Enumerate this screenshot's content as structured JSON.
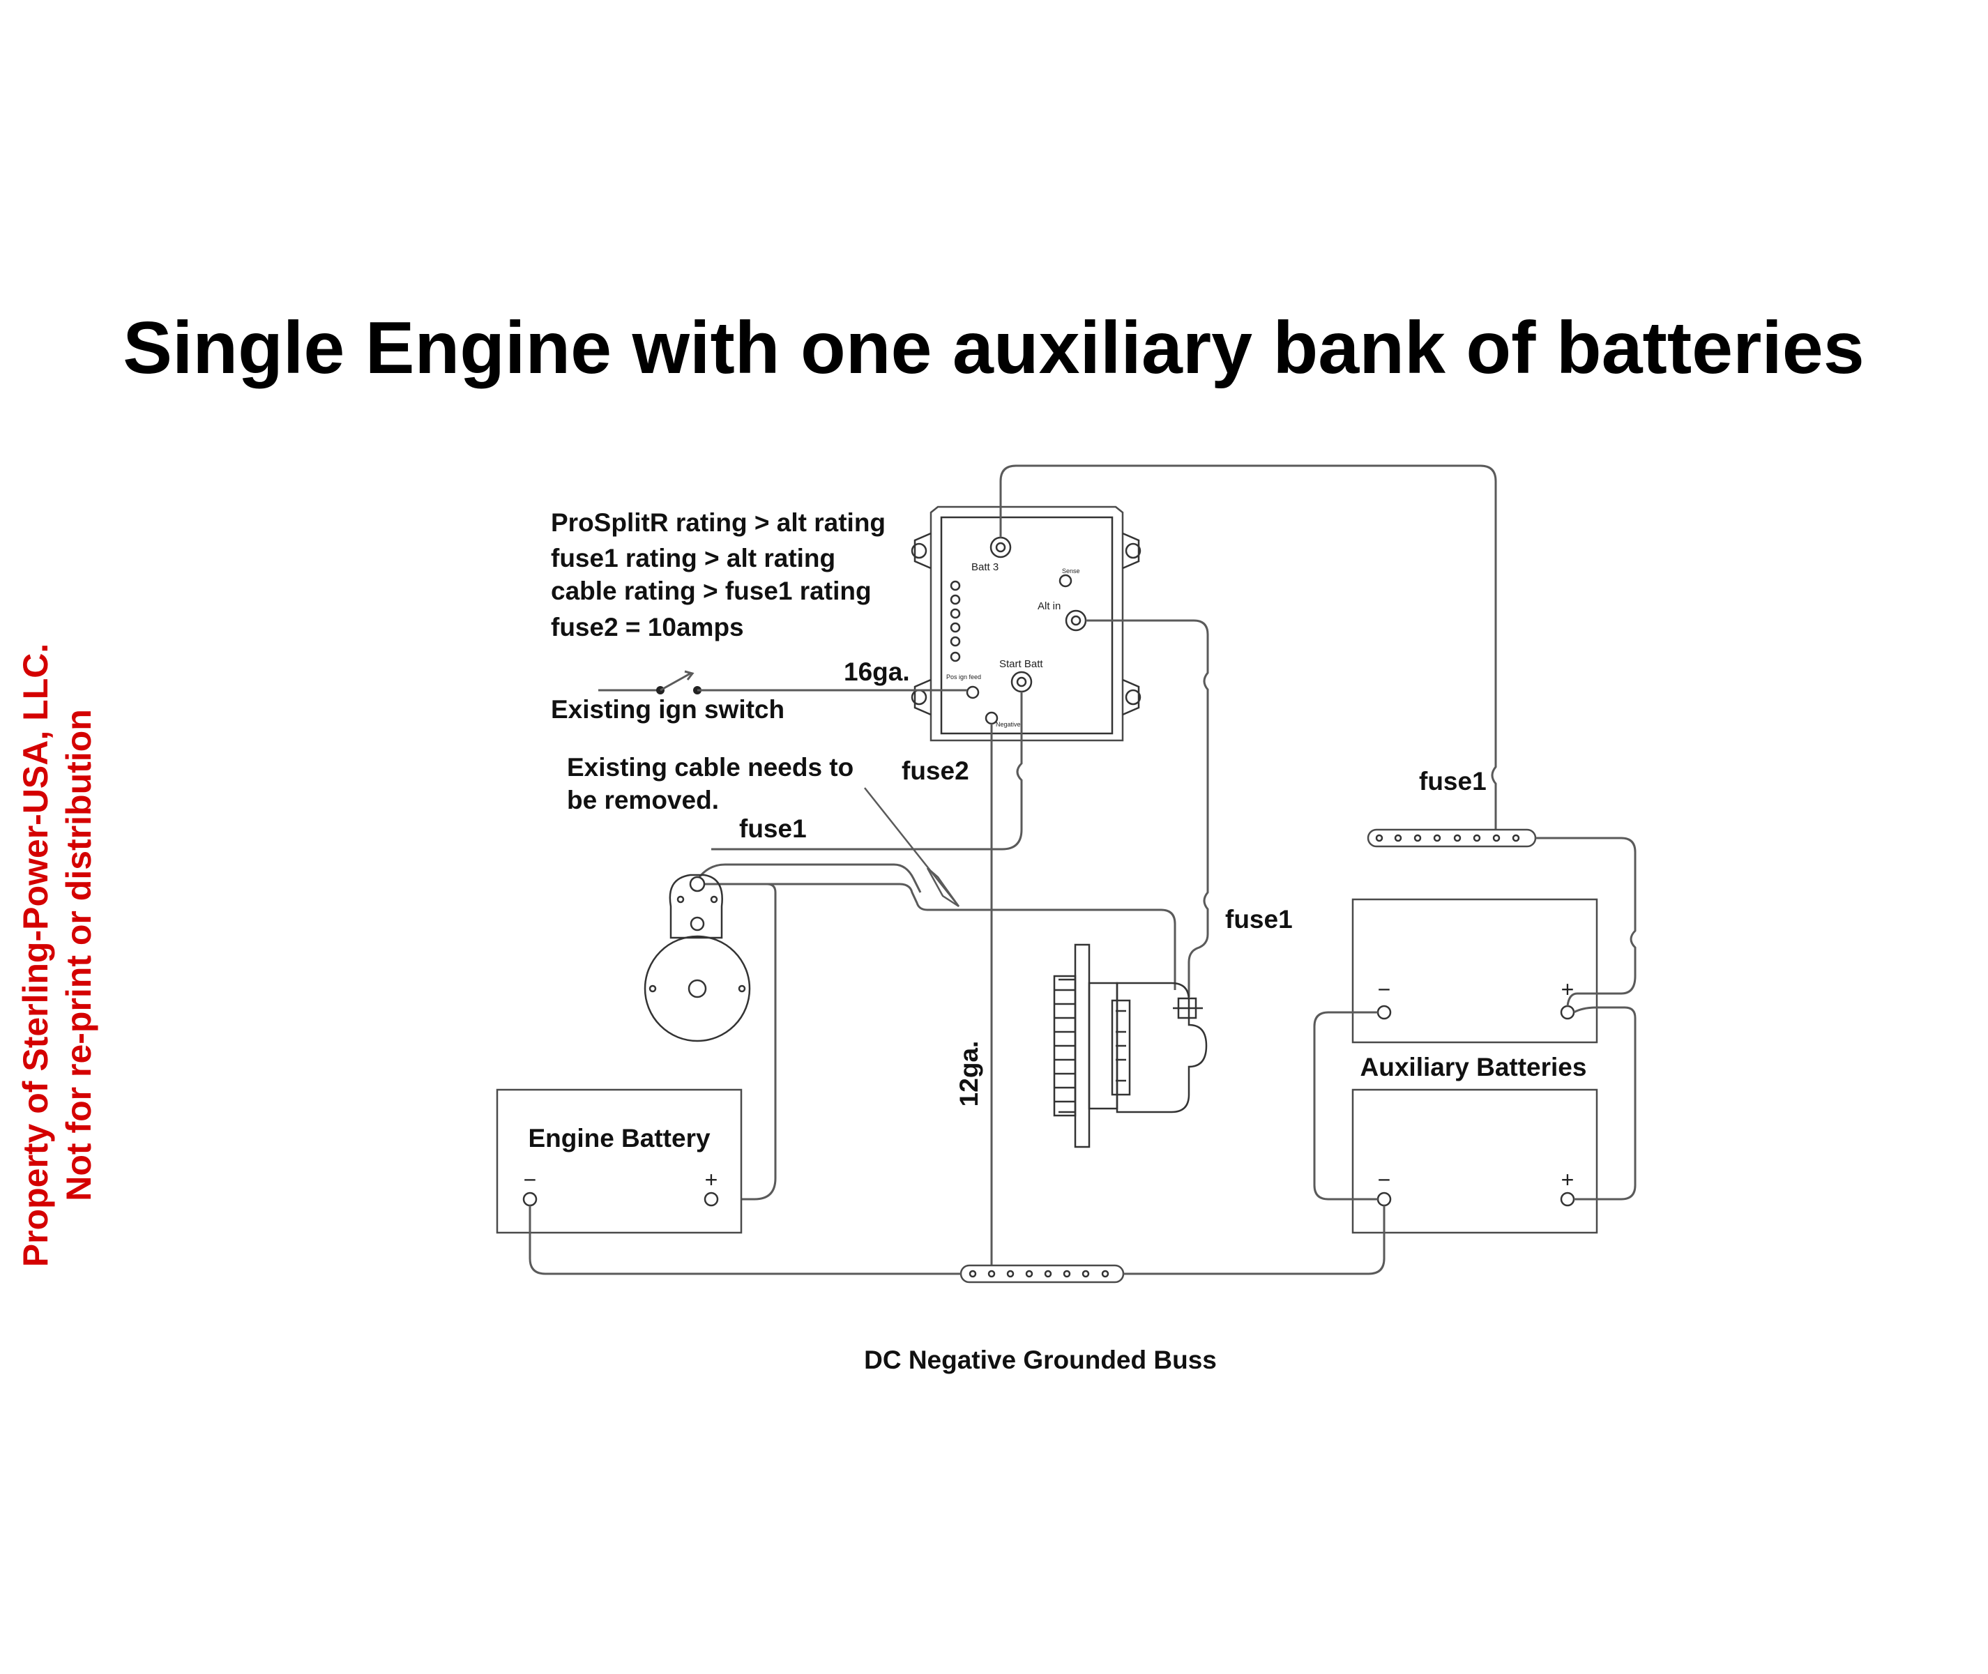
{
  "title": "Single Engine with one auxiliary bank of batteries",
  "watermark": {
    "line1": "Property of Sterling-Power-USA, LLC.",
    "line2": "Not for re-print or distribution"
  },
  "notes": [
    "ProSplitR rating > alt rating",
    "fuse1 rating > alt rating",
    "cable rating > fuse1 rating",
    "fuse2 = 10amps"
  ],
  "prosplitr": {
    "batt3": "Batt 3",
    "sense": "Sense",
    "alt_in": "Alt in",
    "start_batt": "Start Batt",
    "pos_ign_feed": "Pos ign feed",
    "negative": "Negative"
  },
  "labels": {
    "gauge_16": "16ga.",
    "ign_switch": "Existing ign switch",
    "cable_note_1": "Existing cable needs to",
    "cable_note_2": "be removed.",
    "fuse2": "fuse2",
    "fuse1_starter": "fuse1",
    "fuse1_alt": "fuse1",
    "fuse1_aux": "fuse1",
    "gauge_12": "12ga.",
    "engine_battery": "Engine Battery",
    "aux_batteries": "Auxiliary Batteries",
    "ground_buss": "DC Negative Grounded Buss",
    "minus": "−",
    "plus": "+"
  },
  "colors": {
    "title": "#000000",
    "watermark": "#d40000",
    "wire": "#5a5a5a"
  }
}
